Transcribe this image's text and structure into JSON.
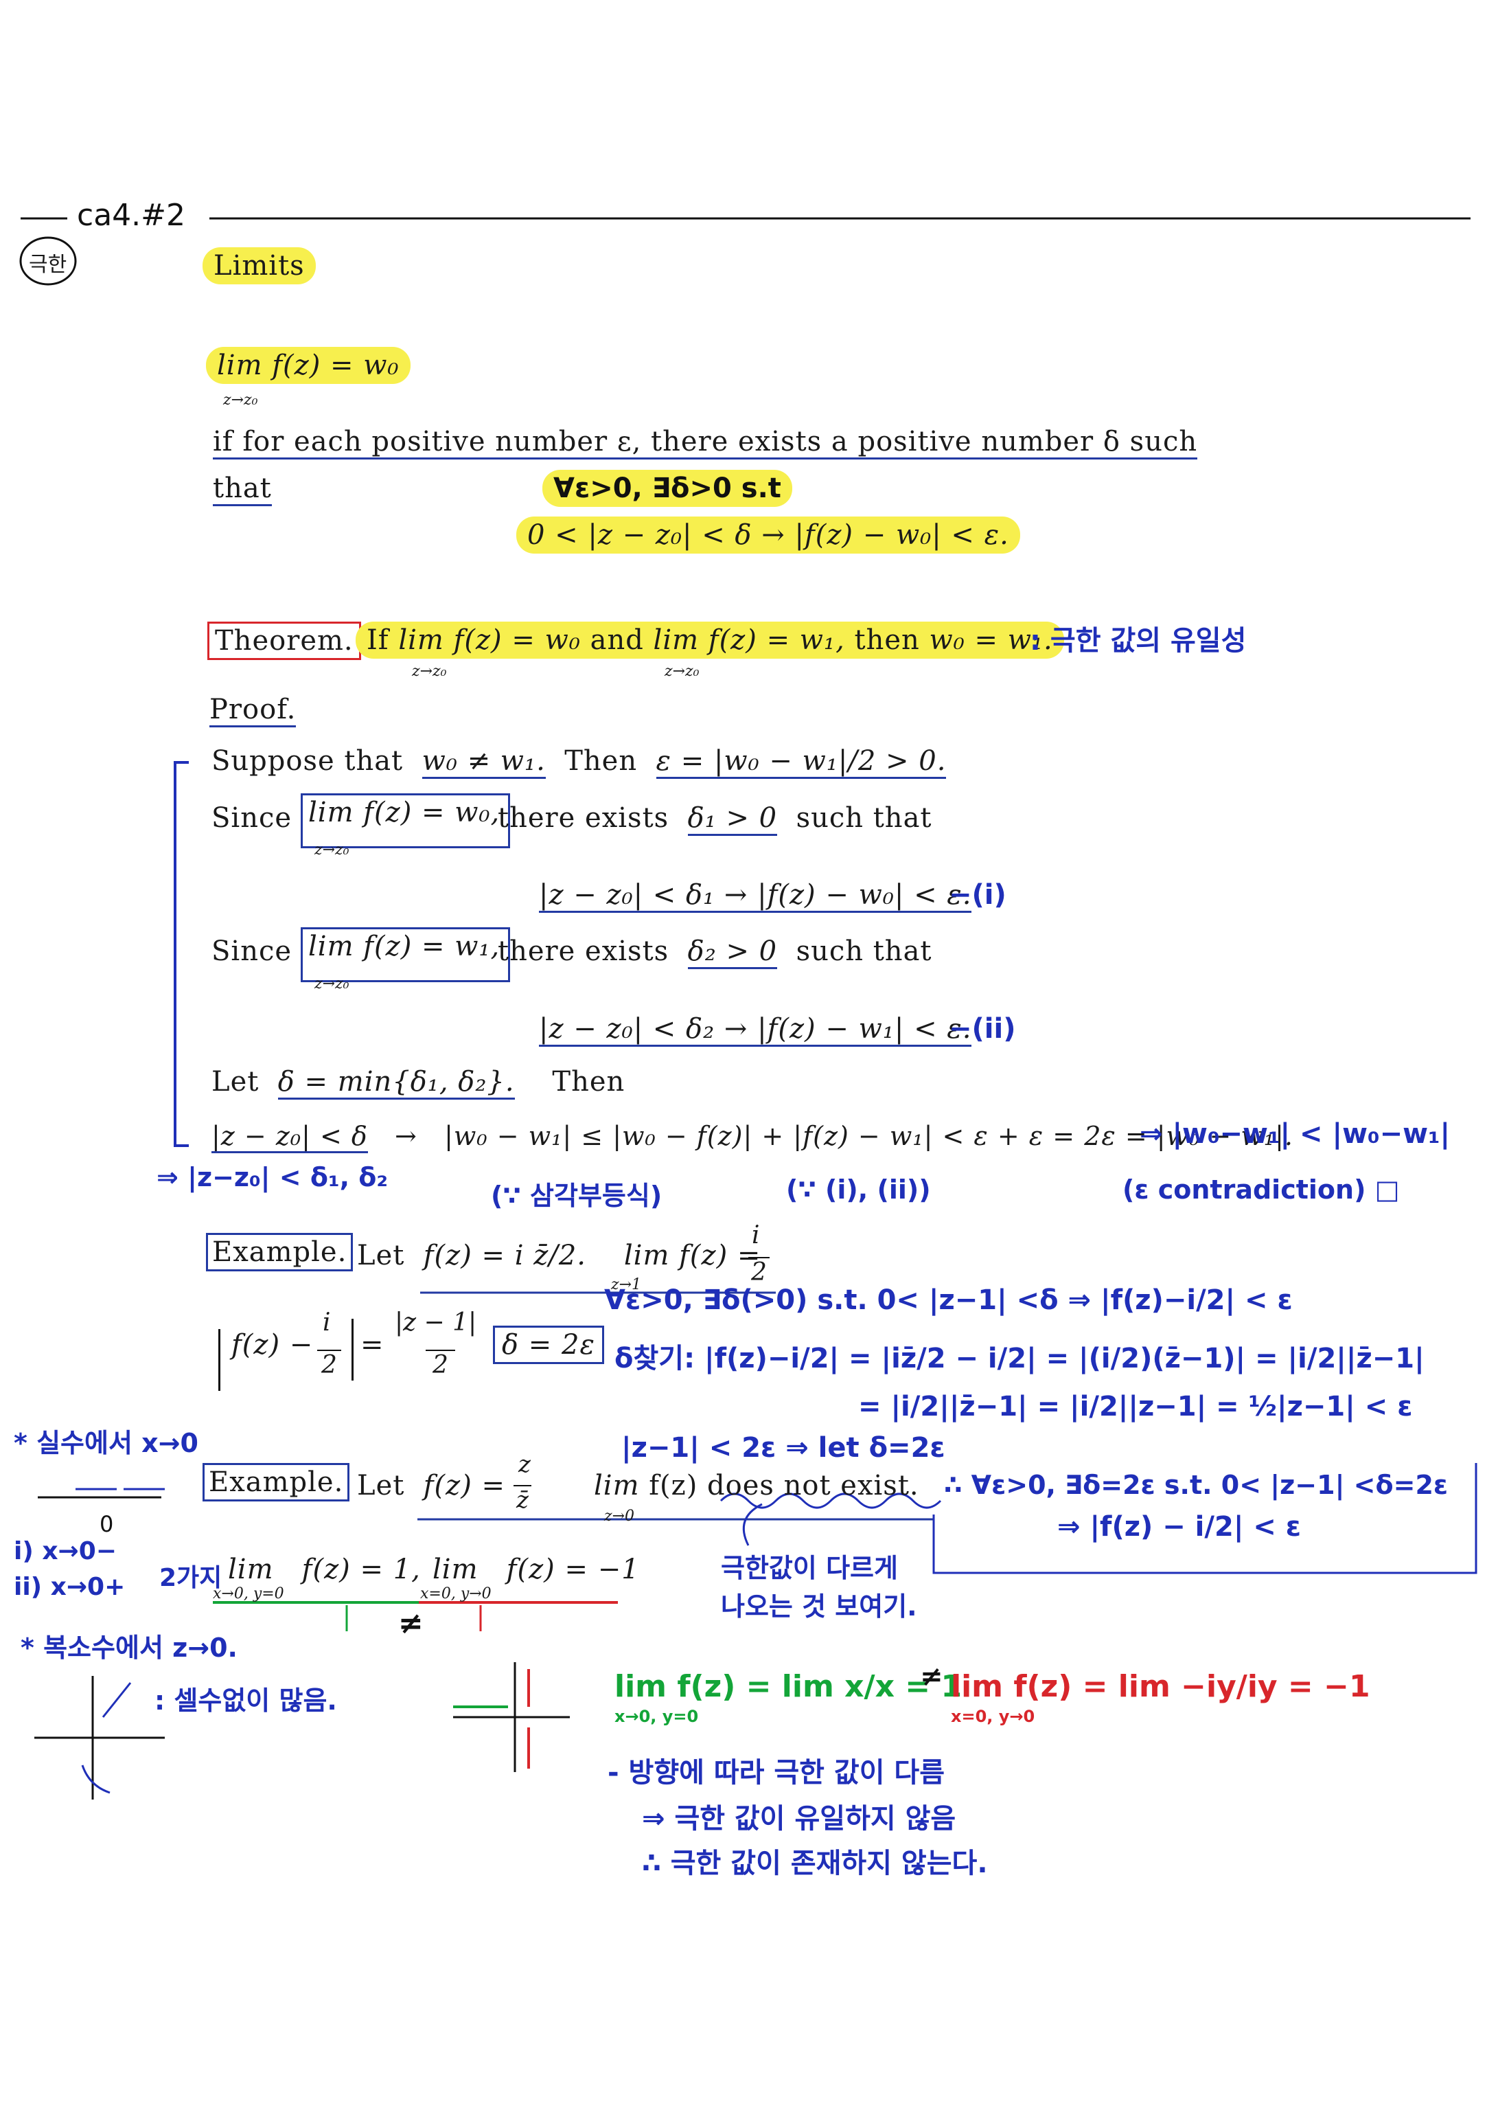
{
  "header": {
    "tag": "ca4.#2",
    "stamp": "극한"
  },
  "section_title": "Limits",
  "definition": {
    "lim": "lim",
    "lim_sub": "z→z₀",
    "expr": "f(z) = w₀",
    "line1": "if for each positive number ε, there exists a positive number δ such",
    "line2": "that",
    "hand_quant": "∀ε>0,    ∃δ>0 s.t",
    "condition": "0 < |z − z₀| < δ   →   |f(z) − w₀| < ε."
  },
  "theorem": {
    "label": "Theorem.",
    "text_if": "If",
    "lim": "lim",
    "lim_sub": "z→z₀",
    "expr1": "f(z) = w₀",
    "text_and": "and",
    "expr2": "f(z) = w₁,",
    "text_then": "then",
    "concl": "w₀ = w₁.",
    "hand_note": ": 극한 값의 유일성"
  },
  "proof": {
    "label": "Proof.",
    "suppose": "Suppose that",
    "neq": "w₀ ≠ w₁.",
    "then": "Then",
    "eps_def": "ε = |w₀ − w₁|/2 > 0.",
    "since1": "Since",
    "lim": "lim",
    "lim_sub": "z→z₀",
    "since1_expr": "f(z) = w₀,",
    "exists": "there exists",
    "delta1": "δ₁ > 0",
    "such_that": "such that",
    "ineq1": "|z − z₀| < δ₁   →   |f(z) − w₀| < ε.",
    "hand_i": "−(i)",
    "since2_expr": "f(z) = w₁,",
    "delta2": "δ₂ > 0",
    "ineq2": "|z − z₀| < δ₂   →   |f(z) − w₁| < ε.",
    "hand_ii": "−(ii)",
    "let": "Let",
    "delta_min": "δ = min{δ₁, δ₂}.",
    "then2": "Then",
    "final_left": "|z − z₀| < δ",
    "final_right": "|w₀ − w₁| ≤ |w₀ − f(z)| + |f(z) − w₁| < ε + ε = 2ε = |w₀ − w₁|.",
    "hand_contra": "⇒ |w₀−w₁| < |w₀−w₁|",
    "hand_z": "⇒ |z−z₀| < δ₁, δ₂",
    "hand_tri": "(∵ 삼각부등식)",
    "hand_iii": "(∵ (i), (ii))",
    "hand_contradiction": "(ε contradiction) □"
  },
  "example1": {
    "label": "Example.",
    "let": "Let",
    "func": "f(z) = i z̄/2.",
    "lim": "lim",
    "lim_sub": "z→1",
    "lim_expr": "f(z) =",
    "frac_num": "i",
    "frac_den": "2",
    "abs_left": "f(z) −",
    "abs_num": "i",
    "abs_den": "2",
    "eq_num": "|z − 1|",
    "eq_den": "2",
    "delta": "δ = 2ε",
    "hand_l1": "∀ε>0, ∃δ(>0) s.t. 0< |z−1| <δ ⇒ |f(z)−i/2| < ε",
    "hand_l2": "δ찾기: |f(z)−i/2| = |iz̄/2 − i/2| = |(i/2)(z̄−1)| = |i/2||z̄−1|",
    "hand_l3": "= |i/2||z̄−1| = |i/2||z−1| = ½|z−1| < ε",
    "hand_l4": "|z−1| < 2ε ⇒ let δ=2ε",
    "hand_box": "∴ ∀ε>0, ∃δ=2ε s.t. 0< |z−1| <δ=2ε",
    "hand_box2": "⇒ |f(z) − i/2| < ε"
  },
  "example2": {
    "label": "Example.",
    "let": "Let",
    "func_left": "f(z) =",
    "frac_num": "z",
    "frac_den": "z̄",
    "lim": "lim",
    "lim_sub": "z→0",
    "lim_text": "f(z) does not exist.",
    "hand_real": "* 실수에서 x→0",
    "hand_zero": "0",
    "hand_i": "i) x→0−",
    "hand_ii": "ii) x→0+",
    "hand_two": "2가지",
    "lim_a_sub": "x→0, y=0",
    "lim_a": "f(z) = 1,",
    "lim_b_sub": "x=0, y→0",
    "lim_b": "f(z) = −1",
    "hand_neq": "≠",
    "hand_diff": "극한값이 다르게",
    "hand_diff2": "나오는 것 보여기.",
    "hand_complex": "* 복소수에서 z→0.",
    "hand_many": ": 셀수없이 많음.",
    "green_expr": "lim f(z) = lim x/x = 1",
    "green_sub": "x→0, y=0",
    "red_expr": "lim f(z) = lim −iy/iy = −1",
    "red_sub": "x=0, y→0",
    "hand_neq2": "≠",
    "hand_c1": "- 방향에 따라 극한 값이 다름",
    "hand_c2": "⇒ 극한 값이 유일하지 않음",
    "hand_c3": "∴ 극한 값이 존재하지 않는다."
  }
}
